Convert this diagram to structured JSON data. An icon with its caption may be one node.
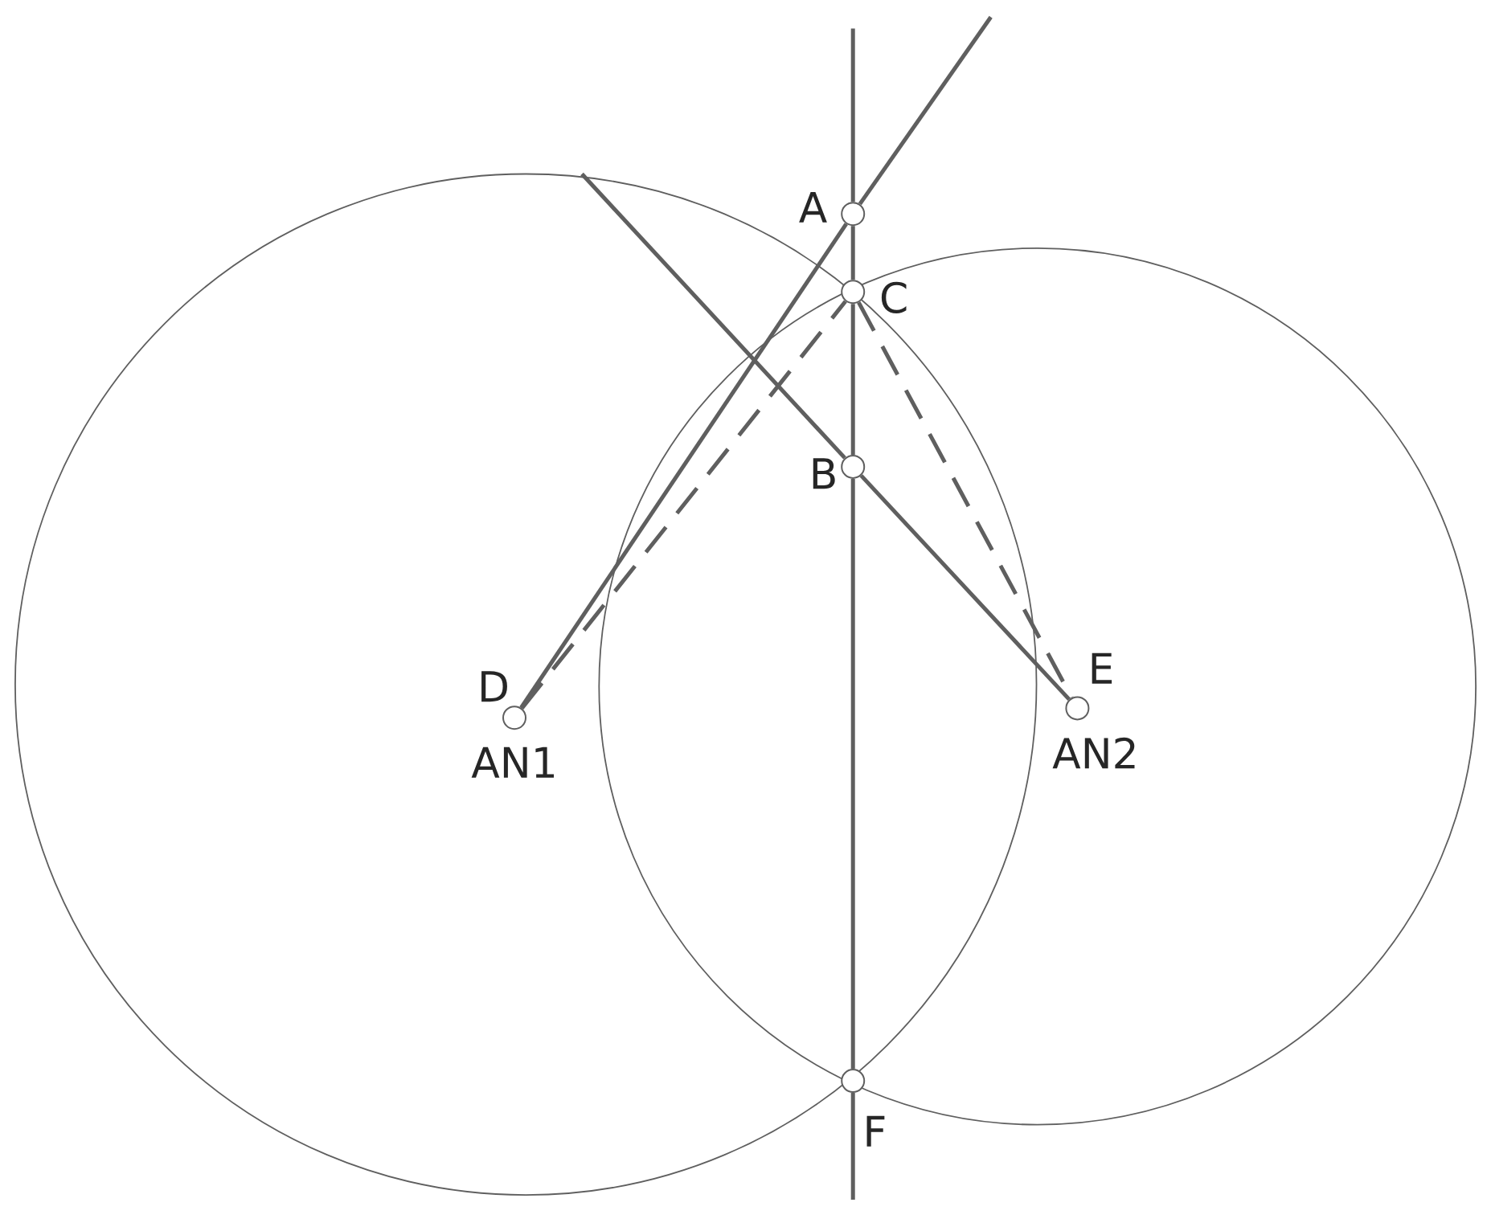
{
  "diagram": {
    "nodes": [
      {
        "text": [],
        "shape": "circle",
        "beside": [
          "A"
        ]
      },
      {
        "text": [],
        "shape": "circle",
        "beside": [
          "C"
        ]
      },
      {
        "text": [],
        "shape": "circle",
        "beside": [
          "B"
        ]
      },
      {
        "text": [],
        "shape": "circle",
        "beside": [
          "D",
          "AN1"
        ]
      },
      {
        "text": [],
        "shape": "circle",
        "beside": [
          "E",
          "AN2"
        ]
      },
      {
        "text": [],
        "shape": "circle",
        "beside": [
          "F"
        ]
      }
    ],
    "edges": [
      {
        "from": null,
        "to": 0,
        "arrow": "none"
      },
      {
        "from": 0,
        "to": 1,
        "arrow": "none"
      },
      {
        "from": 1,
        "to": 2,
        "arrow": "none"
      },
      {
        "from": 2,
        "to": 5,
        "arrow": "none"
      },
      {
        "from": 5,
        "to": null,
        "arrow": "none"
      },
      {
        "from": 3,
        "to": 0,
        "arrow": "none"
      },
      {
        "from": 0,
        "to": null,
        "arrow": "none"
      },
      {
        "from": null,
        "to": 2,
        "arrow": "none"
      },
      {
        "from": 2,
        "to": 4,
        "arrow": "none"
      },
      {
        "from": 3,
        "to": 1,
        "arrow": "none",
        "style": "dashed"
      },
      {
        "from": 1,
        "to": 4,
        "arrow": "none",
        "style": "dashed"
      }
    ]
  }
}
